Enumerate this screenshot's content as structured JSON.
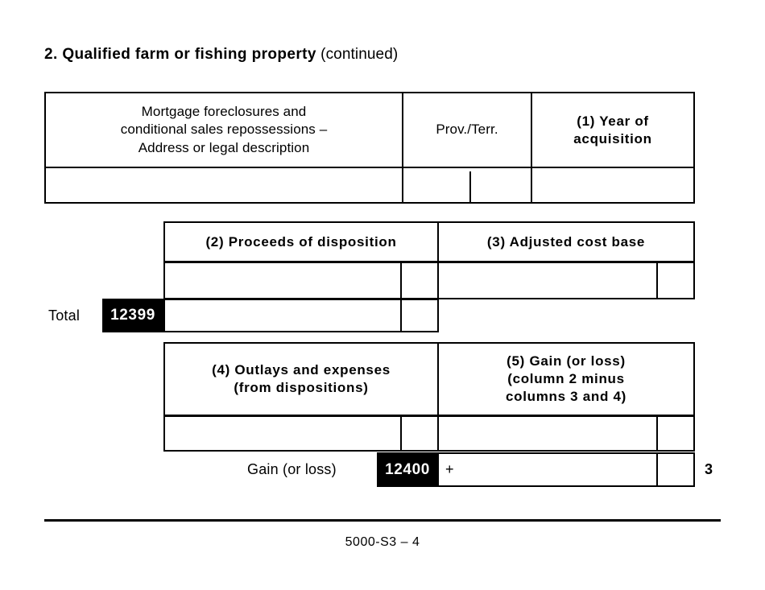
{
  "section": {
    "number_title": "2. Qualified farm or fishing property",
    "continued": "(continued)"
  },
  "table1": {
    "headers": {
      "description": "Mortgage foreclosures and conditional sales repossessions – Address or legal description",
      "description_line1": "Mortgage foreclosures and",
      "description_line2": "conditional sales repossessions –",
      "description_line3": "Address or legal description",
      "prov_terr": "Prov./Terr.",
      "year_of_acquisition_line1": "(1) Year of",
      "year_of_acquisition_line2": "acquisition"
    },
    "entry_row": {
      "description_value": "",
      "prov_terr_value": "",
      "year_value": ""
    }
  },
  "table2": {
    "headers": {
      "col2": "(2) Proceeds of disposition",
      "col3": "(3) Adjusted cost base"
    },
    "rows": [
      {
        "col2_dollars": "",
        "col2_cents": "",
        "col3_dollars": "",
        "col3_cents": ""
      },
      {
        "col2_dollars": "",
        "col2_cents": ""
      }
    ],
    "total_label": "Total",
    "total_line_number": "12399"
  },
  "table3": {
    "headers": {
      "col4_line1": "(4) Outlays and expenses",
      "col4_line2": "(from dispositions)",
      "col5_line1": "(5) Gain (or loss)",
      "col5_line2": "(column 2 minus",
      "col5_line3": "columns 3 and 4)"
    },
    "rows": [
      {
        "col4_dollars": "",
        "col4_cents": "",
        "col5_dollars": "",
        "col5_cents": ""
      }
    ],
    "gain_label": "Gain (or loss)",
    "gain_line_number": "12400",
    "gain_sign": "+",
    "gain_dollars": "",
    "gain_cents": "",
    "side_step_number": "3"
  },
  "footer": {
    "form_id": "5000-S3 – 4"
  }
}
